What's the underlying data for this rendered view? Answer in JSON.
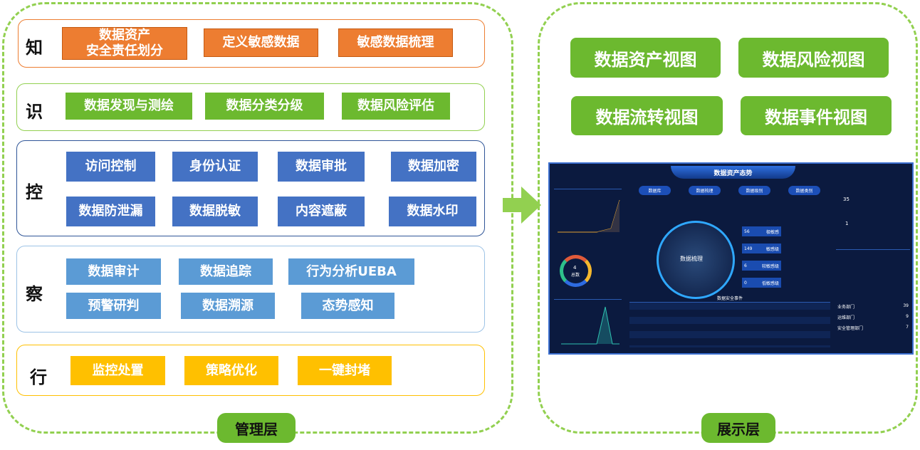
{
  "management": {
    "tag": "管理层",
    "rows": [
      {
        "label": "知",
        "items": [
          "数据资产\n安全责任划分",
          "定义敏感数据",
          "敏感数据梳理"
        ]
      },
      {
        "label": "识",
        "items": [
          "数据发现与测绘",
          "数据分类分级",
          "数据风险评估"
        ]
      },
      {
        "label": "控",
        "items": [
          "访问控制",
          "身份认证",
          "数据审批",
          "数据加密",
          "数据防泄漏",
          "数据脱敏",
          "内容遮蔽",
          "数据水印"
        ]
      },
      {
        "label": "察",
        "items": [
          "数据审计",
          "数据追踪",
          "行为分析UEBA",
          "预警研判",
          "数据溯源",
          "态势感知"
        ]
      },
      {
        "label": "行",
        "items": [
          "监控处置",
          "策略优化",
          "一键封堵"
        ]
      }
    ]
  },
  "presentation": {
    "tag": "展示层",
    "views": [
      "数据资产视图",
      "数据风险视图",
      "数据流转视图",
      "数据事件视图"
    ],
    "dashboard": {
      "title": "数据资产态势",
      "pills": [
        "数据库",
        "数据梳理",
        "数据级别",
        "数据类别"
      ],
      "center": "数据梳理",
      "donut_total": "4",
      "donut_label": "总数",
      "levels": [
        {
          "n": "56",
          "l": "极敏感"
        },
        {
          "n": "149",
          "l": "敏感级"
        },
        {
          "n": "6",
          "l": "较敏感级"
        },
        {
          "n": "0",
          "l": "低敏感级"
        }
      ],
      "table_title": "数据安全事件",
      "right_counts": [
        "35",
        "1"
      ],
      "dept": [
        {
          "name": "业务部门",
          "v": "39"
        },
        {
          "name": "运维部门",
          "v": "9"
        },
        {
          "name": "安全管理部门",
          "v": "7"
        }
      ]
    }
  }
}
